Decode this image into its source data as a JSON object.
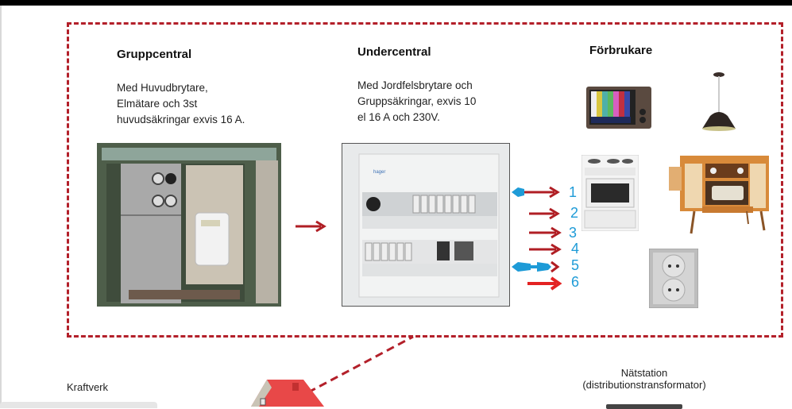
{
  "diagram": {
    "sections": [
      {
        "title": "Gruppcentral",
        "description_lines": [
          "Med Huvudbrytare,",
          "Elmätare och 3st",
          "huvudsäkringar exvis 16 A."
        ],
        "image": "group-central-cabinet"
      },
      {
        "title": "Undercentral",
        "description_lines": [
          "Med Jordfelsbrytare och",
          "Gruppsäkringar, exvis 10",
          "el 16 A och 230V."
        ],
        "image": "distribution-board"
      },
      {
        "title": "Förbrukare",
        "consumers": [
          "television",
          "ceiling-lamp",
          "electric-stove",
          "radiogram-cabinet",
          "wall-socket"
        ]
      }
    ],
    "circuits": [
      {
        "label": "1"
      },
      {
        "label": "2"
      },
      {
        "label": "3"
      },
      {
        "label": "4"
      },
      {
        "label": "5"
      },
      {
        "label": "6"
      }
    ],
    "bottom": {
      "kraftverk": "Kraftverk",
      "natstation_line1": "Nätstation",
      "natstation_line2": "(distributionstransformator)"
    },
    "colors": {
      "dash": "#b3202a",
      "arrow": "#b01e24",
      "accent_blue": "#1e9bd7",
      "bright_red": "#e32222"
    }
  }
}
